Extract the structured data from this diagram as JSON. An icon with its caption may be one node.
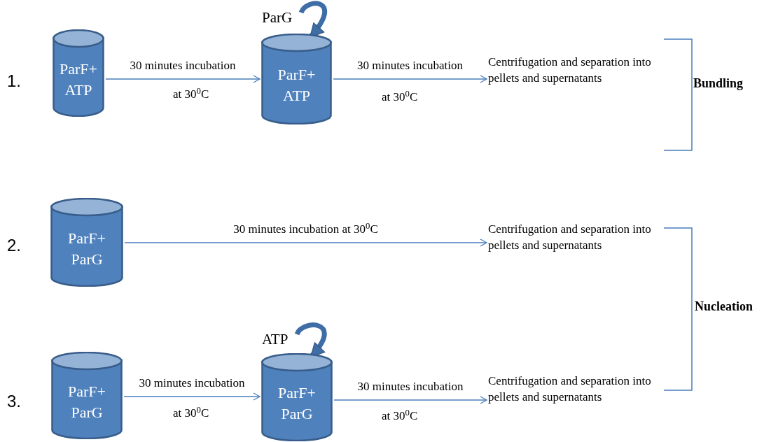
{
  "diagram": {
    "nodes": [
      {
        "text": [
          "ParF+ ATP"
        ]
      },
      {
        "text": [
          "ParG"
        ]
      },
      {
        "text": [
          "ParF+ ATP"
        ]
      },
      {
        "text": [
          "Centrifugation and separation into pellets and supernatants"
        ]
      },
      {
        "text": [
          "ParF+ ParG"
        ]
      },
      {
        "text": [
          "Centrifugation and separation into pellets and supernatants"
        ]
      },
      {
        "text": [
          "ParF+ ParG"
        ]
      },
      {
        "text": [
          "ATP"
        ]
      },
      {
        "text": [
          "ParF+ ParG"
        ]
      },
      {
        "text": [
          "Centrifugation and separation into pellets and supernatants"
        ]
      }
    ],
    "edges": [
      {
        "from": 0,
        "to": 2,
        "arrow": "to",
        "label": "30 minutes incubation"
      },
      {
        "from": 1,
        "to": 2,
        "arrow": "to",
        "style": "thick"
      },
      {
        "from": 2,
        "to": 3,
        "arrow": "to",
        "label": "30 minutes incubation"
      },
      {
        "from": 4,
        "to": 5,
        "arrow": "to",
        "label": "30 minutes incubation at 30$^{0}$C"
      },
      {
        "from": 6,
        "to": 8,
        "arrow": "to",
        "label": "30 minutes incubation"
      },
      {
        "from": 7,
        "to": 8,
        "arrow": "to",
        "style": "thick"
      },
      {
        "from": 8,
        "to": 9,
        "arrow": "to",
        "label": "30 minutes incubation"
      }
    ],
    "labels": [
      "1.",
      "at 30$^{0}$C",
      "at 30$^{0}$C",
      "Bundling",
      "2.",
      "Nucleation",
      "3.",
      "at 30$^{0}$C",
      "at 30$^{0}$C"
    ]
  }
}
